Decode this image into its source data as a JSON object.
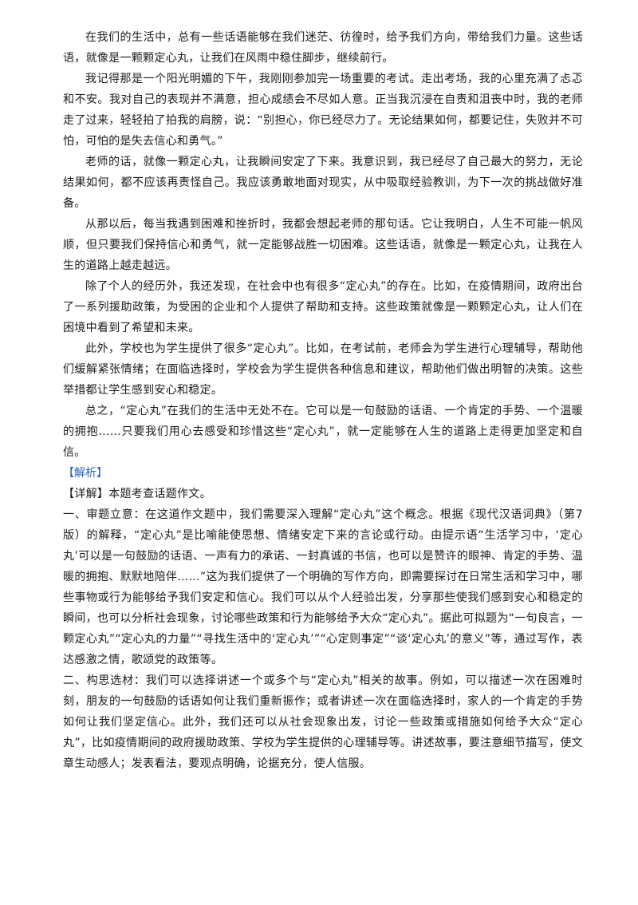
{
  "essay": {
    "paragraphs": [
      "在我们的生活中，总有一些话语能够在我们迷茫、彷徨时，给予我们方向，带给我们力量。这些话语，就像是一颗颗定心丸，让我们在风雨中稳住脚步，继续前行。",
      "我记得那是一个阳光明媚的下午，我刚刚参加完一场重要的考试。走出考场，我的心里充满了忐忑和不安。我对自己的表现并不满意，担心成绩会不尽如人意。正当我沉浸在自责和沮丧中时，我的老师走了过来，轻轻拍了拍我的肩膀，说：“别担心，你已经尽力了。无论结果如何，都要记住，失败并不可怕，可怕的是失去信心和勇气。”",
      "老师的话，就像一颗定心丸，让我瞬间安定了下来。我意识到，我已经尽了自己最大的努力，无论结果如何，都不应该再责怪自己。我应该勇敢地面对现实，从中吸取经验教训，为下一次的挑战做好准备。",
      "从那以后，每当我遇到困难和挫折时，我都会想起老师的那句话。它让我明白，人生不可能一帆风顺，但只要我们保持信心和勇气，就一定能够战胜一切困难。这些话语，就像是一颗定心丸，让我在人生的道路上越走越远。",
      "除了个人的经历外，我还发现，在社会中也有很多“定心丸”的存在。比如，在疫情期间，政府出台了一系列援助政策，为受困的企业和个人提供了帮助和支持。这些政策就像是一颗颗定心丸，让人们在困境中看到了希望和未来。",
      "此外，学校也为学生提供了很多“定心丸”。比如，在考试前，老师会为学生进行心理辅导，帮助他们缓解紧张情绪；在面临选择时，学校会为学生提供各种信息和建议，帮助他们做出明智的决策。这些举措都让学生感到安心和稳定。",
      "总之，“定心丸”在我们的生活中无处不在。它可以是一句鼓励的话语、一个肯定的手势、一个温暖的拥抱……只要我们用心去感受和珍惜这些“定心丸”，就一定能够在人生的道路上走得更加坚定和自信。"
    ]
  },
  "analysis": {
    "heading": "【解析】",
    "detail_label": "【详解】",
    "detail_text": "本题考查话题作文。",
    "paragraphs": [
      "一、审题立意：在这道作文题中，我们需要深入理解“定心丸”这个概念。根据《现代汉语词典》（第7版）的解释，“定心丸”是比喻能使思想、情绪安定下来的言论或行动。由提示语“生活学习中，‘定心丸’可以是一句鼓励的话语、一声有力的承诺、一封真诚的书信，也可以是赞许的眼神、肯定的手势、温暖的拥抱、默默地陪伴……”这为我们提供了一个明确的写作方向，即需要探讨在日常生活和学习中，哪些事物或行为能够给予我们安定和信心。我们可以从个人经验出发，分享那些使我们感到安心和稳定的瞬间，也可以分析社会现象，讨论哪些政策和行为能够给予大众“定心丸”。据此可拟题为“一句良言，一颗定心丸”“定心丸的力量”“寻找生活中的‘定心丸’”“心定则事定”“谈‘定心丸’的意义”等，通过写作，表达感激之情，歌颂党的政策等。",
      "二、构思选材：我们可以选择讲述一个或多个与“定心丸”相关的故事。例如，可以描述一次在困难时刻，朋友的一句鼓励的话语如何让我们重新振作；或者讲述一次在面临选择时，家人的一个肯定的手势如何让我们坚定信心。此外，我们还可以从社会现象出发，讨论一些政策或措施如何给予大众“定心丸”，比如疫情期间的政府援助政策、学校为学生提供的心理辅导等。讲述故事，要注意细节描写，使文章生动感人；发表看法，要观点明确，论据充分，使人信服。"
    ]
  }
}
